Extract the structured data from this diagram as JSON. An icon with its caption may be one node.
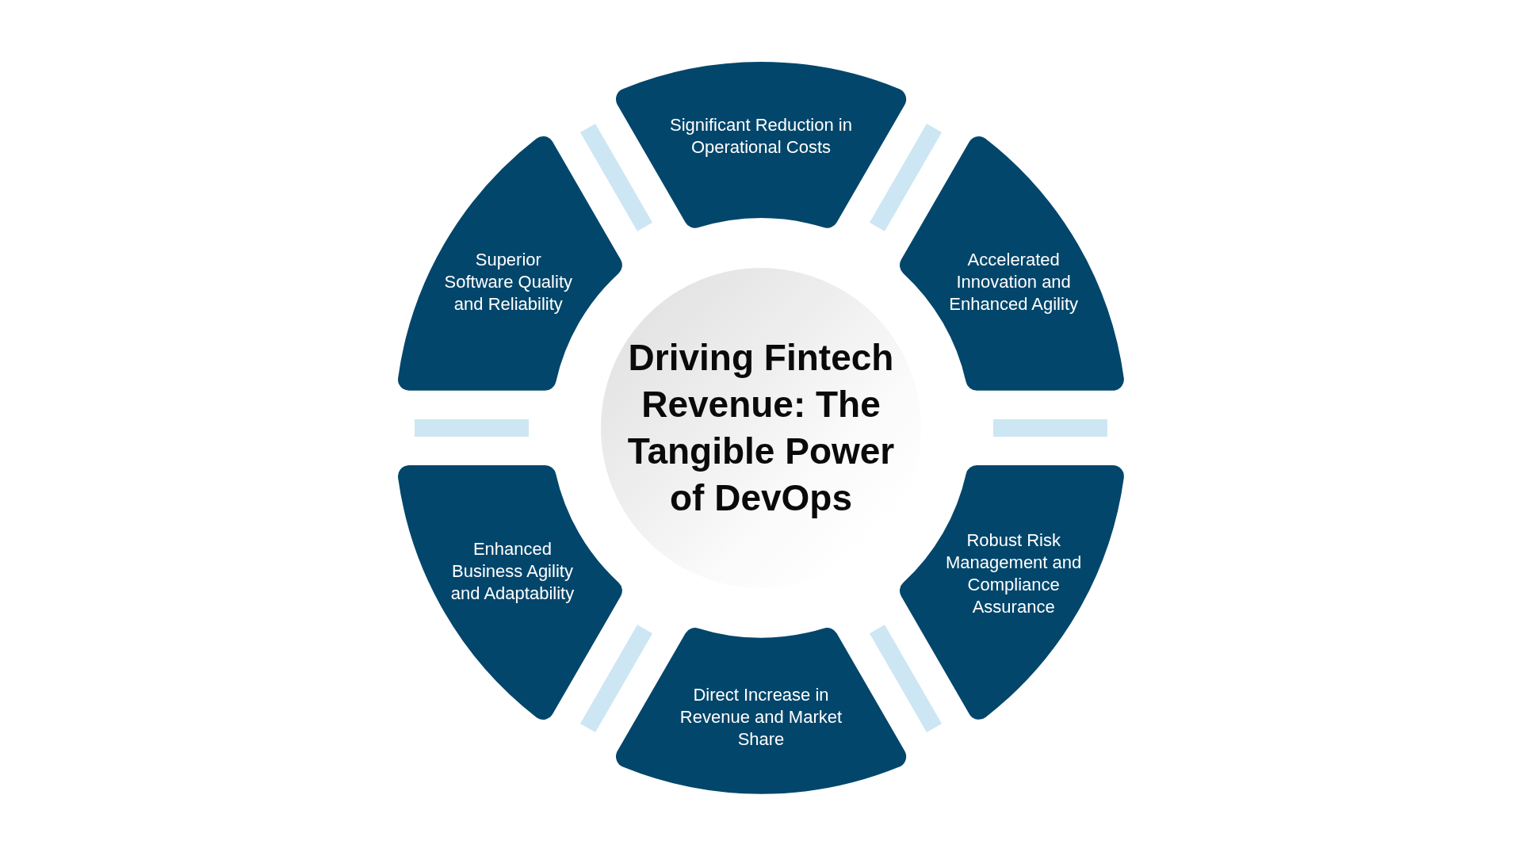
{
  "diagram": {
    "nodes": [
      {
        "text": [
          "Driving Fintech Revenue: The Tangible Power of DevOps"
        ]
      },
      {
        "text": [
          "Significant Reduction in Operational Costs"
        ]
      },
      {
        "text": [
          "Accelerated Innovation and Enhanced Agility"
        ]
      },
      {
        "text": [
          "Robust Risk Management and Compliance Assurance"
        ]
      },
      {
        "text": [
          "Direct Increase in Revenue and Market Share"
        ]
      },
      {
        "text": [
          "Enhanced Business Agility and Adaptability"
        ]
      },
      {
        "text": [
          "Superior Software Quality and Reliability"
        ]
      },
      {
        "text": [],
        "shape": "bar"
      },
      {
        "text": [],
        "shape": "bar"
      },
      {
        "text": [],
        "shape": "bar"
      },
      {
        "text": [],
        "shape": "bar"
      },
      {
        "text": [],
        "shape": "bar"
      },
      {
        "text": [],
        "shape": "bar"
      }
    ]
  }
}
